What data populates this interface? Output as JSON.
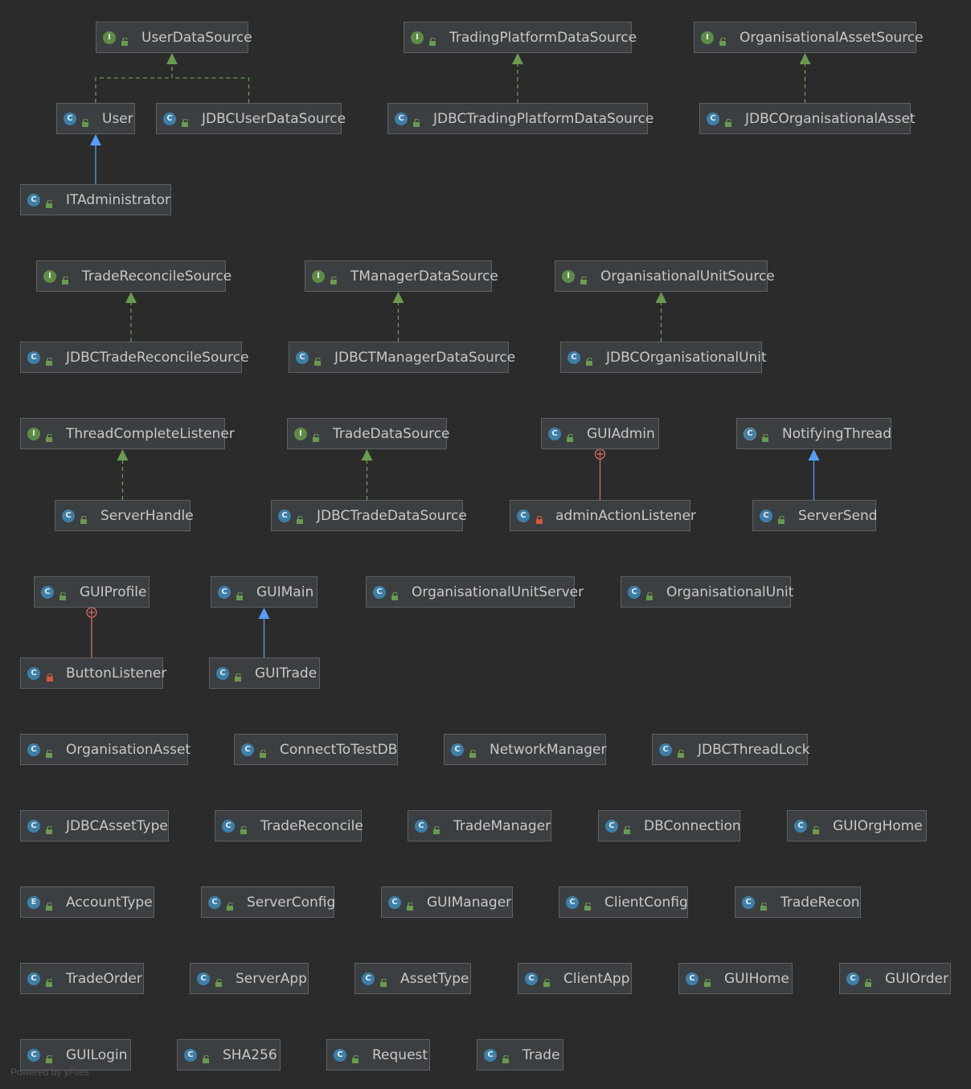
{
  "colors": {
    "background": "#2b2b2b",
    "node_fill": "#3c3f41",
    "implements_edge": "#6a9a4f",
    "extends_edge": "#589df6",
    "inner_edge": "#d76a6a",
    "interface_badge": "#5d8c47",
    "class_badge": "#3d7fa8"
  },
  "nodes": [
    {
      "id": "UserDataSource",
      "label": "UserDataSource",
      "kind": "I",
      "visibility": "public"
    },
    {
      "id": "TradingPlatformDataSource",
      "label": "TradingPlatformDataSource",
      "kind": "I",
      "visibility": "public"
    },
    {
      "id": "OrganisationalAssetSource",
      "label": "OrganisationalAssetSource",
      "kind": "I",
      "visibility": "public"
    },
    {
      "id": "User",
      "label": "User",
      "kind": "C",
      "visibility": "public"
    },
    {
      "id": "JDBCUserDataSource",
      "label": "JDBCUserDataSource",
      "kind": "C",
      "visibility": "public"
    },
    {
      "id": "JDBCTradingPlatformDataSource",
      "label": "JDBCTradingPlatformDataSource",
      "kind": "C",
      "visibility": "public"
    },
    {
      "id": "JDBCOrganisationalAsset",
      "label": "JDBCOrganisationalAsset",
      "kind": "C",
      "visibility": "public"
    },
    {
      "id": "ITAdministrator",
      "label": "ITAdministrator",
      "kind": "C",
      "visibility": "public"
    },
    {
      "id": "TradeReconcileSource",
      "label": "TradeReconcileSource",
      "kind": "I",
      "visibility": "public"
    },
    {
      "id": "TManagerDataSource",
      "label": "TManagerDataSource",
      "kind": "I",
      "visibility": "public"
    },
    {
      "id": "OrganisationalUnitSource",
      "label": "OrganisationalUnitSource",
      "kind": "I",
      "visibility": "public"
    },
    {
      "id": "JDBCTradeReconcileSource",
      "label": "JDBCTradeReconcileSource",
      "kind": "C",
      "visibility": "public"
    },
    {
      "id": "JDBCTManagerDataSource",
      "label": "JDBCTManagerDataSource",
      "kind": "C",
      "visibility": "public"
    },
    {
      "id": "JDBCOrganisationalUnit",
      "label": "JDBCOrganisationalUnit",
      "kind": "C",
      "visibility": "public"
    },
    {
      "id": "ThreadCompleteListener",
      "label": "ThreadCompleteListener",
      "kind": "I",
      "visibility": "public"
    },
    {
      "id": "TradeDataSource",
      "label": "TradeDataSource",
      "kind": "I",
      "visibility": "public"
    },
    {
      "id": "GUIAdmin",
      "label": "GUIAdmin",
      "kind": "C",
      "visibility": "public"
    },
    {
      "id": "NotifyingThread",
      "label": "NotifyingThread",
      "kind": "A",
      "visibility": "public"
    },
    {
      "id": "ServerHandle",
      "label": "ServerHandle",
      "kind": "C",
      "visibility": "public"
    },
    {
      "id": "JDBCTradeDataSource",
      "label": "JDBCTradeDataSource",
      "kind": "C",
      "visibility": "public"
    },
    {
      "id": "adminActionListener",
      "label": "adminActionListener",
      "kind": "C",
      "visibility": "private"
    },
    {
      "id": "ServerSend",
      "label": "ServerSend",
      "kind": "C",
      "visibility": "public"
    },
    {
      "id": "GUIProfile",
      "label": "GUIProfile",
      "kind": "C",
      "visibility": "public"
    },
    {
      "id": "GUIMain",
      "label": "GUIMain",
      "kind": "C",
      "visibility": "public"
    },
    {
      "id": "OrganisationalUnitServer",
      "label": "OrganisationalUnitServer",
      "kind": "C",
      "visibility": "public"
    },
    {
      "id": "OrganisationalUnit",
      "label": "OrganisationalUnit",
      "kind": "C",
      "visibility": "public"
    },
    {
      "id": "ButtonListener",
      "label": "ButtonListener",
      "kind": "C",
      "visibility": "private"
    },
    {
      "id": "GUITrade",
      "label": "GUITrade",
      "kind": "C",
      "visibility": "public"
    },
    {
      "id": "OrganisationAsset",
      "label": "OrganisationAsset",
      "kind": "C",
      "visibility": "public"
    },
    {
      "id": "ConnectToTestDB",
      "label": "ConnectToTestDB",
      "kind": "C",
      "visibility": "public"
    },
    {
      "id": "NetworkManager",
      "label": "NetworkManager",
      "kind": "C",
      "visibility": "public"
    },
    {
      "id": "JDBCThreadLock",
      "label": "JDBCThreadLock",
      "kind": "C",
      "visibility": "public"
    },
    {
      "id": "JDBCAssetType",
      "label": "JDBCAssetType",
      "kind": "C",
      "visibility": "public"
    },
    {
      "id": "TradeReconcile",
      "label": "TradeReconcile",
      "kind": "C",
      "visibility": "public"
    },
    {
      "id": "TradeManager",
      "label": "TradeManager",
      "kind": "C",
      "visibility": "public"
    },
    {
      "id": "DBConnection",
      "label": "DBConnection",
      "kind": "C",
      "visibility": "public"
    },
    {
      "id": "GUIOrgHome",
      "label": "GUIOrgHome",
      "kind": "C",
      "visibility": "public"
    },
    {
      "id": "AccountType",
      "label": "AccountType",
      "kind": "E",
      "visibility": "public"
    },
    {
      "id": "ServerConfig",
      "label": "ServerConfig",
      "kind": "C",
      "visibility": "public"
    },
    {
      "id": "GUIManager",
      "label": "GUIManager",
      "kind": "C",
      "visibility": "public"
    },
    {
      "id": "ClientConfig",
      "label": "ClientConfig",
      "kind": "C",
      "visibility": "public"
    },
    {
      "id": "TradeRecon",
      "label": "TradeRecon",
      "kind": "C",
      "visibility": "public"
    },
    {
      "id": "TradeOrder",
      "label": "TradeOrder",
      "kind": "C",
      "visibility": "public"
    },
    {
      "id": "ServerApp",
      "label": "ServerApp",
      "kind": "M",
      "visibility": "public"
    },
    {
      "id": "AssetType",
      "label": "AssetType",
      "kind": "C",
      "visibility": "public"
    },
    {
      "id": "ClientApp",
      "label": "ClientApp",
      "kind": "M",
      "visibility": "public"
    },
    {
      "id": "GUIHome",
      "label": "GUIHome",
      "kind": "C",
      "visibility": "public"
    },
    {
      "id": "GUIOrder",
      "label": "GUIOrder",
      "kind": "C",
      "visibility": "public"
    },
    {
      "id": "GUILogin",
      "label": "GUILogin",
      "kind": "C",
      "visibility": "public"
    },
    {
      "id": "SHA256",
      "label": "SHA256",
      "kind": "C",
      "visibility": "public"
    },
    {
      "id": "Request",
      "label": "Request",
      "kind": "C",
      "visibility": "public"
    },
    {
      "id": "Trade",
      "label": "Trade",
      "kind": "C",
      "visibility": "public"
    }
  ],
  "edges": [
    {
      "from": "User",
      "to": "UserDataSource",
      "type": "implements"
    },
    {
      "from": "JDBCUserDataSource",
      "to": "UserDataSource",
      "type": "implements"
    },
    {
      "from": "JDBCTradingPlatformDataSource",
      "to": "TradingPlatformDataSource",
      "type": "implements"
    },
    {
      "from": "JDBCOrganisationalAsset",
      "to": "OrganisationalAssetSource",
      "type": "implements"
    },
    {
      "from": "ITAdministrator",
      "to": "User",
      "type": "extends"
    },
    {
      "from": "JDBCTradeReconcileSource",
      "to": "TradeReconcileSource",
      "type": "implements"
    },
    {
      "from": "JDBCTManagerDataSource",
      "to": "TManagerDataSource",
      "type": "implements"
    },
    {
      "from": "JDBCOrganisationalUnit",
      "to": "OrganisationalUnitSource",
      "type": "implements"
    },
    {
      "from": "ServerHandle",
      "to": "ThreadCompleteListener",
      "type": "implements"
    },
    {
      "from": "JDBCTradeDataSource",
      "to": "TradeDataSource",
      "type": "implements"
    },
    {
      "from": "adminActionListener",
      "to": "GUIAdmin",
      "type": "inner"
    },
    {
      "from": "ServerSend",
      "to": "NotifyingThread",
      "type": "extends"
    },
    {
      "from": "ButtonListener",
      "to": "GUIProfile",
      "type": "inner"
    },
    {
      "from": "GUITrade",
      "to": "GUIMain",
      "type": "extends"
    }
  ],
  "footer": "Powered by yFiles"
}
